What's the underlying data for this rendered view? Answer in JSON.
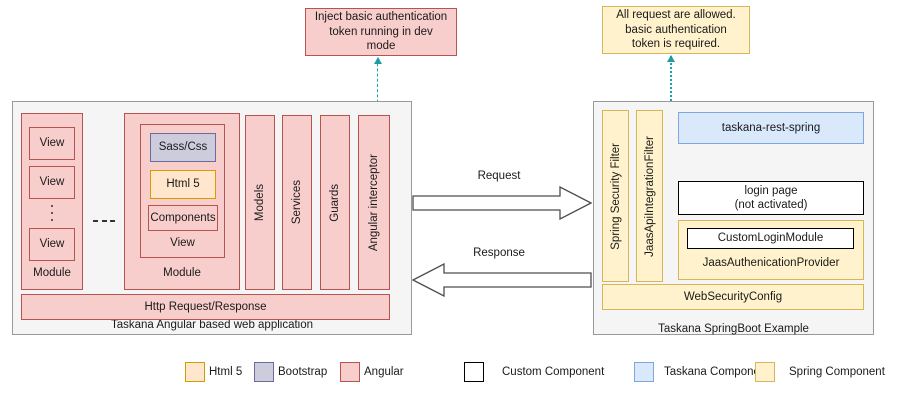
{
  "callouts": {
    "left": {
      "text": "Inject basic authentication\ntoken running in dev\nmode",
      "fill": "#f8cecc",
      "stroke": "#b85450"
    },
    "right": {
      "text": "All request are allowed.\nbasic authentication\ntoken is required.",
      "fill": "#fff2cc",
      "stroke": "#d6b656"
    }
  },
  "client_panel": {
    "caption": "Taskana Angular based web application",
    "module_left": {
      "label": "Module",
      "views": [
        "View",
        "View",
        "View"
      ]
    },
    "separator": "---",
    "module_right": {
      "label": "Module",
      "view_label": "View",
      "layers": [
        {
          "label": "Sass/Css",
          "kind": "bootstrap"
        },
        {
          "label": "Html 5",
          "kind": "html5"
        },
        {
          "label": "Components",
          "kind": "angular"
        }
      ]
    },
    "columns": [
      "Models",
      "Services",
      "Guards"
    ],
    "interceptor": "Angular interceptor",
    "http_bar": "Http Request/Response"
  },
  "flow": {
    "request": "Request",
    "response": "Response"
  },
  "server_panel": {
    "caption": "Taskana SpringBoot Example",
    "filters": [
      "Spring Security Filter",
      "JaasApiIntegrationFilter"
    ],
    "rest": "taskana-rest-spring",
    "login_page": "login page\n(not activated)",
    "provider": {
      "inner": "CustomLoginModule",
      "label": "JaasAuthenicationProvider"
    },
    "web_security_config": "WebSecurityConfig"
  },
  "legend": {
    "left_group": [
      {
        "label": "Html 5",
        "fill": "#ffe6cc",
        "stroke": "#d79b00"
      },
      {
        "label": "Bootstrap",
        "fill": "#ccccdd",
        "stroke": "#6c6c9c"
      },
      {
        "label": "Angular",
        "fill": "#f8cecc",
        "stroke": "#b85450"
      }
    ],
    "right_group": [
      {
        "label": "Custom Component",
        "fill": "#ffffff",
        "stroke": "#000000"
      },
      {
        "label": "Taskana Component",
        "fill": "#dae8fc",
        "stroke": "#7ea6e0"
      },
      {
        "label": "Spring Component",
        "fill": "#fff2cc",
        "stroke": "#d6b656"
      }
    ]
  },
  "colors": {
    "angular": "#f8cecc",
    "html5": "#ffe6cc",
    "bootstrap": "#ccccdd",
    "taskana": "#dae8fc",
    "spring": "#fff2cc",
    "custom": "#ffffff",
    "panel": "#f5f5f5",
    "connector": "#20a0a8"
  }
}
